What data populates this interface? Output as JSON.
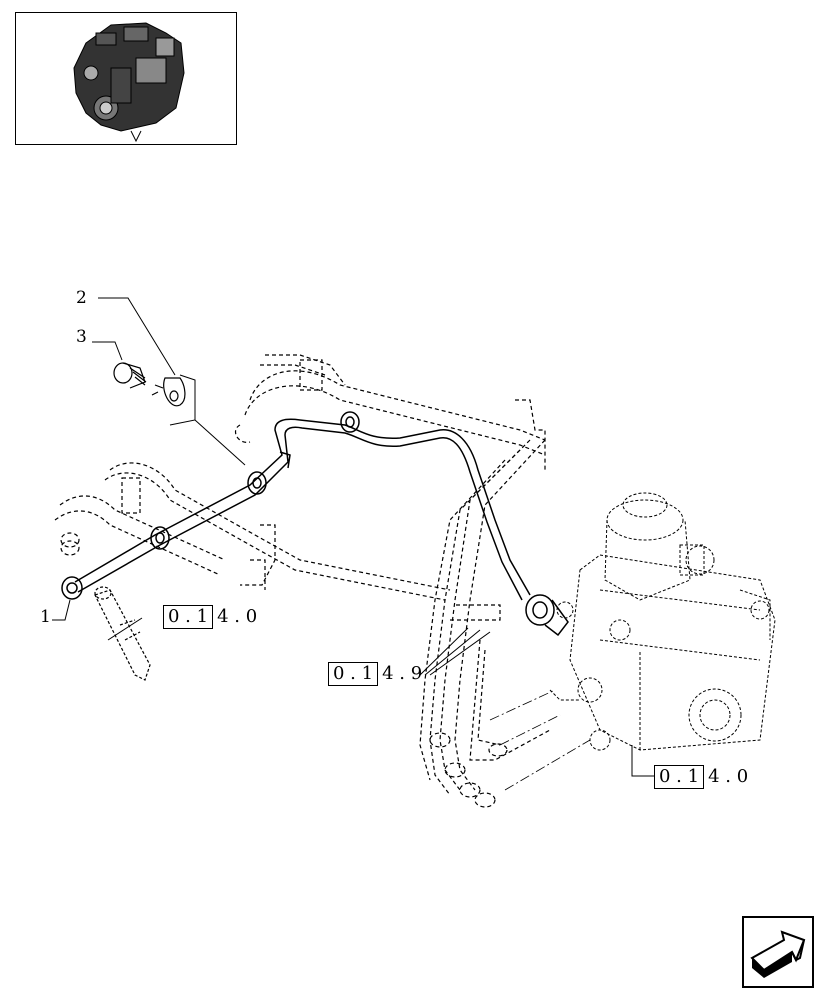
{
  "callouts": [
    {
      "id": "1",
      "label": "1"
    },
    {
      "id": "2",
      "label": "2"
    },
    {
      "id": "3",
      "label": "3"
    }
  ],
  "references": [
    {
      "id": "ref-injector",
      "boxed": "0 . 1",
      "tail": "4 . 0"
    },
    {
      "id": "ref-pipes",
      "boxed": "0 . 1",
      "tail": "4 . 9"
    },
    {
      "id": "ref-pump",
      "boxed": "0 . 1",
      "tail": "4 . 0"
    }
  ],
  "icons": {
    "thumbnail": "engine-thumbnail-icon",
    "navigation": "next-page-arrow-icon"
  }
}
